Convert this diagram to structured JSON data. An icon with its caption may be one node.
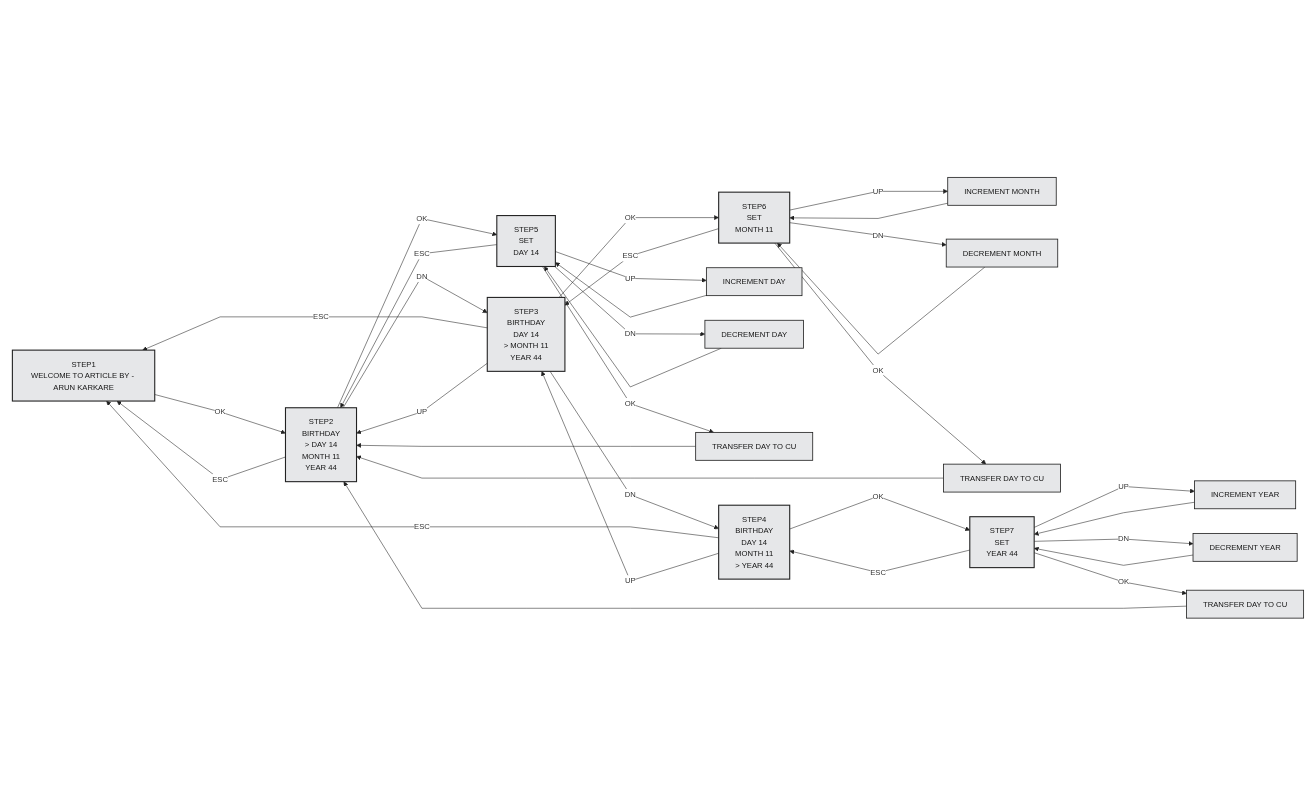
{
  "diagram": {
    "nodes": [
      {
        "text": [
          "STEP1",
          "WELCOME TO ARTICLE BY - ARUN KARKARE"
        ]
      },
      {
        "text": [
          "STEP2",
          "BIRTHDAY",
          "> DAY 14",
          "MONTH 11",
          "YEAR 44"
        ]
      },
      {
        "text": [
          "STEP3",
          "BIRTHDAY",
          "DAY 14",
          "> MONTH 11",
          "YEAR 44"
        ]
      },
      {
        "text": [
          "STEP4",
          "BIRTHDAY",
          "DAY 14",
          "MONTH 11",
          "> YEAR 44"
        ]
      },
      {
        "text": [
          "STEP5",
          "SET",
          "DAY 14"
        ]
      },
      {
        "text": [
          "INCREMENT DAY"
        ]
      },
      {
        "text": [
          "DECREMENT DAY"
        ]
      },
      {
        "text": [
          "TRANSFER DAY TO CU"
        ]
      },
      {
        "text": [
          "STEP6",
          "SET",
          "MONTH 11"
        ]
      },
      {
        "text": [
          "INCREMENT MONTH"
        ]
      },
      {
        "text": [
          "DECREMENT MONTH"
        ]
      },
      {
        "text": [
          "TRANSFER DAY TO CU"
        ]
      },
      {
        "text": [
          "STEP7",
          "SET",
          "YEAR 44"
        ]
      },
      {
        "text": [
          "INCREMENT YEAR"
        ]
      },
      {
        "text": [
          "DECREMENT YEAR"
        ]
      },
      {
        "text": [
          "TRANSFER DAY TO CU"
        ]
      }
    ],
    "edges": [
      {
        "from": 0,
        "to": 1,
        "label": "OK",
        "arrow": "to"
      },
      {
        "from": 1,
        "to": 4,
        "label": "OK",
        "arrow": "to"
      },
      {
        "from": 4,
        "to": 5,
        "label": "UP",
        "arrow": "to"
      },
      {
        "from": 4,
        "to": 6,
        "label": "DN",
        "arrow": "to"
      },
      {
        "from": 4,
        "to": 7,
        "label": "OK",
        "arrow": "to"
      },
      {
        "from": 1,
        "to": 2,
        "label": "DN",
        "arrow": "to"
      },
      {
        "from": 2,
        "to": 8,
        "label": "OK",
        "arrow": "to"
      },
      {
        "from": 8,
        "to": 9,
        "label": "UP",
        "arrow": "to"
      },
      {
        "from": 8,
        "to": 10,
        "label": "DN",
        "arrow": "to"
      },
      {
        "from": 8,
        "to": 11,
        "label": "OK",
        "arrow": "to"
      },
      {
        "from": 2,
        "to": 3,
        "label": "DN",
        "arrow": "to"
      },
      {
        "from": 3,
        "to": 12,
        "label": "OK",
        "arrow": "to"
      },
      {
        "from": 12,
        "to": 13,
        "label": "UP",
        "arrow": "to"
      },
      {
        "from": 12,
        "to": 14,
        "label": "DN",
        "arrow": "to"
      },
      {
        "from": 12,
        "to": 15,
        "label": "OK",
        "arrow": "to"
      },
      {
        "from": 1,
        "to": 0,
        "label": "ESC",
        "arrow": "to"
      },
      {
        "from": 2,
        "to": 0,
        "label": "ESC",
        "arrow": "to"
      },
      {
        "from": 3,
        "to": 0,
        "label": "ESC",
        "arrow": "to"
      },
      {
        "from": 2,
        "to": 1,
        "label": "UP",
        "arrow": "to"
      },
      {
        "from": 3,
        "to": 2,
        "label": "UP",
        "arrow": "to"
      },
      {
        "from": 4,
        "to": 1,
        "label": "ESC",
        "arrow": "to"
      },
      {
        "from": 8,
        "to": 2,
        "label": "ESC",
        "arrow": "to"
      },
      {
        "from": 12,
        "to": 3,
        "label": "ESC",
        "arrow": "to"
      },
      {
        "from": 5,
        "to": 4,
        "arrow": "to"
      },
      {
        "from": 6,
        "to": 4,
        "arrow": "to"
      },
      {
        "from": 9,
        "to": 8,
        "arrow": "to"
      },
      {
        "from": 10,
        "to": 8,
        "arrow": "to"
      },
      {
        "from": 13,
        "to": 12,
        "arrow": "to"
      },
      {
        "from": 14,
        "to": 12,
        "arrow": "to"
      },
      {
        "from": 7,
        "to": 1,
        "arrow": "to"
      },
      {
        "from": 11,
        "to": 1,
        "arrow": "to"
      },
      {
        "from": 15,
        "to": 1,
        "arrow": "to"
      }
    ]
  }
}
